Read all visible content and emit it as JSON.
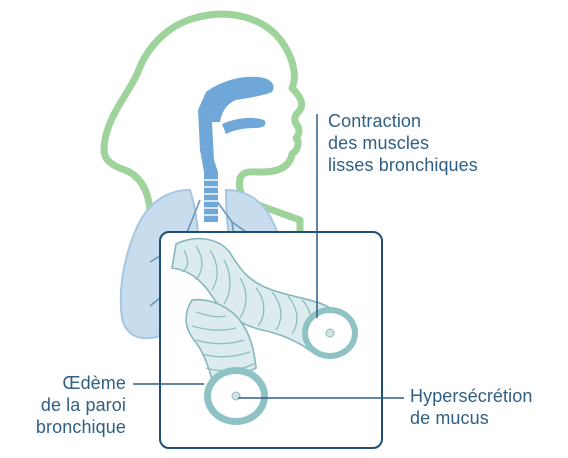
{
  "labels": {
    "contraction": "Contraction\ndes muscles\nlisses bronchiques",
    "oedeme": "Œdème\nde la paroi\nbronchique",
    "hypersecretion": "Hypersécrétion\nde mucus"
  },
  "colors": {
    "head_outline": "#9fd39c",
    "airway": "#6fa8d8",
    "lung": "#b9d3ea",
    "inset_border": "#1f4f78",
    "bronchus": "#cde4e6",
    "bronchus_edge": "#7fb1b4",
    "callout_line": "#2f5f85",
    "label_text": "#2f5f85"
  }
}
